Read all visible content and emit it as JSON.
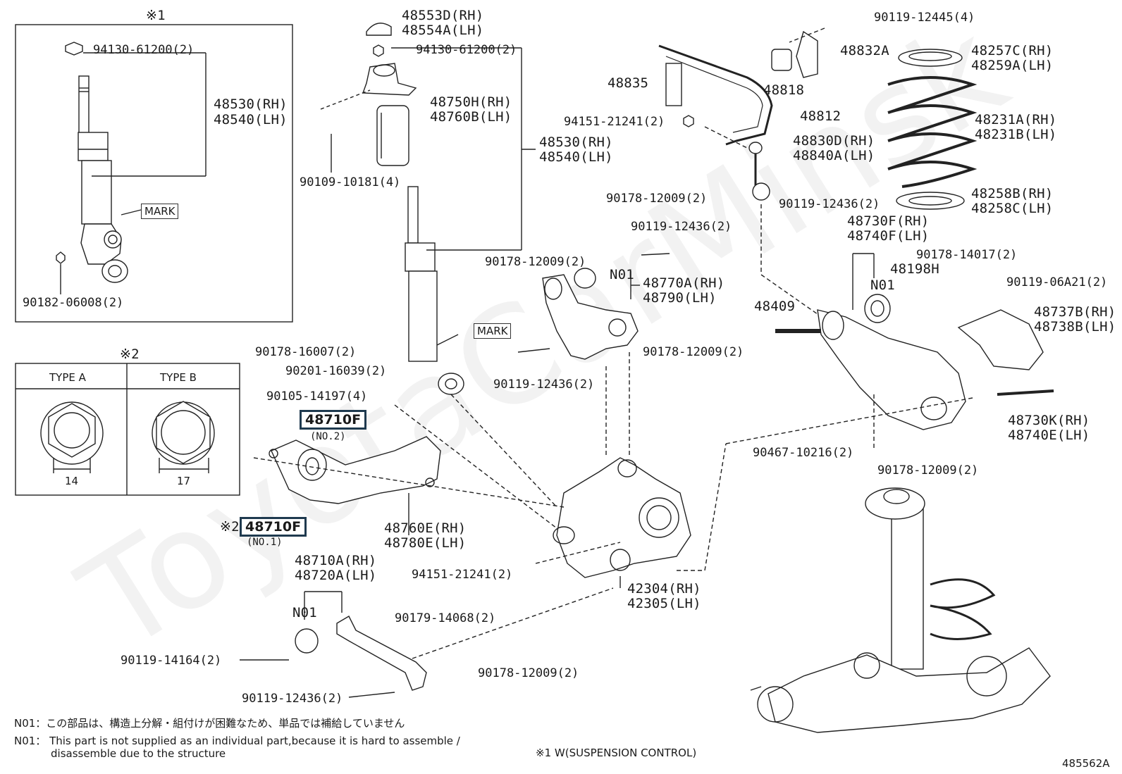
{
  "diagram_id": "485562A",
  "inset1": {
    "marker": "※1",
    "labels": [
      "94130-61200(2)",
      "48530(RH)",
      "48540(LH)",
      "MARK",
      "90182-06008(2)"
    ]
  },
  "inset2": {
    "marker": "※2",
    "type_a": "TYPE A",
    "type_b": "TYPE B",
    "size_a": "14",
    "size_b": "17"
  },
  "labels": {
    "strut_cap_rh": "48553D(RH)",
    "strut_cap_lh": "48554A(LH)",
    "nut_top": "94130-61200(2)",
    "support_rh": "48750H(RH)",
    "support_lh": "48760B(LH)",
    "shock_rh": "48530(RH)",
    "shock_lh": "48540(LH)",
    "bolt_90109": "90109-10181(4)",
    "mark2": "MARK",
    "nut_16007": "90178-16007(2)",
    "washer_16039": "90201-16039(2)",
    "bolt_14197": "90105-14197(4)",
    "arm_48710F_a": "48710F",
    "arm_no2": "(NO.2)",
    "arm_48710F_b": "48710F",
    "arm_no1": "(NO.1)",
    "ref2": "※2",
    "arm_e_rh": "48760E(RH)",
    "arm_e_lh": "48780E(LH)",
    "arm_a_rh": "48710A(RH)",
    "arm_a_lh": "48720A(LH)",
    "n01_a": "N01",
    "bolt_14164": "90119-14164(2)",
    "bolt_12436_a": "90119-12436(2)",
    "nut_14068": "90179-14068(2)",
    "nut_12009_a": "90178-12009(2)",
    "nut_21241_a": "94151-21241(2)",
    "knuckle_rh": "42304(RH)",
    "knuckle_lh": "42305(LH)",
    "nut_12009_b": "90178-12009(2)",
    "bolt_12436_b": "90119-12436(2)",
    "n01_b": "N01",
    "upper_rh": "48770A(RH)",
    "upper_lh": "48790(LH)",
    "nut_12009_c": "90178-12009(2)",
    "bolt_12436_c": "90119-12436(2)",
    "bolt_12445": "90119-12445(4)",
    "bracket_48832a": "48832A",
    "bush_48818": "48818",
    "bracket_48835": "48835",
    "stab_48812": "48812",
    "nut_21241_b": "94151-21241(2)",
    "link_rh": "48830D(RH)",
    "link_lh": "48840A(LH)",
    "nut_12009_d": "90178-12009(2)",
    "bolt_12436_d": "90119-12436(2)",
    "seat_up_rh": "48257C(RH)",
    "seat_up_lh": "48259A(LH)",
    "spring_rh": "48231A(RH)",
    "spring_lh": "48231B(LH)",
    "seat_lo_rh": "48258B(RH)",
    "seat_lo_lh": "48258C(LH)",
    "lower_arm_rh": "48730F(RH)",
    "lower_arm_lh": "48740F(LH)",
    "nut_14017": "90178-14017(2)",
    "part_48198h": "48198H",
    "n01_c": "N01",
    "bolt_06a21": "90119-06A21(2)",
    "bolt_48409": "48409",
    "cover_rh": "48737B(RH)",
    "cover_lh": "48738B(LH)",
    "bolt_k_rh": "48730K(RH)",
    "bolt_k_lh": "48740E(LH)",
    "bolt_10216": "90467-10216(2)",
    "nut_12009_e": "90178-12009(2)"
  },
  "notes": {
    "n01_jp": "N01：この部品は、構造上分解・組付けが困難なため、単品では補給していません",
    "n01_en_1": "N01： This part is not supplied as an individual part,because it is hard to assemble /",
    "n01_en_2": "disassemble due to the structure",
    "footnote1": "※1 W(SUSPENSION CONTROL)"
  },
  "watermark": "ToyotaCarMinsk"
}
